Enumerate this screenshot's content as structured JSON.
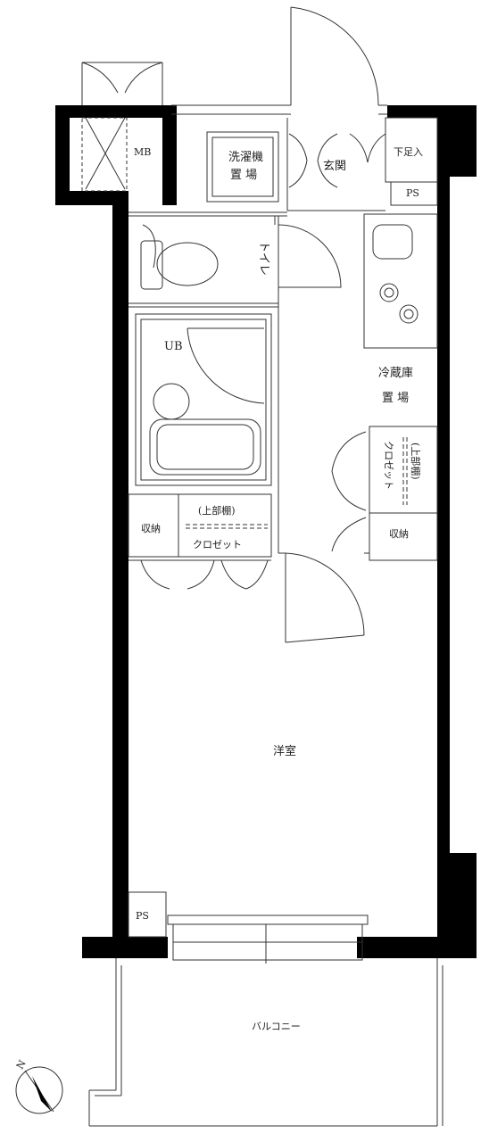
{
  "rooms": {
    "mb": "MB",
    "washer": "洗濯機",
    "washer_place": "置 場",
    "entrance": "玄関",
    "shoe_box": "下足入",
    "ps_top": "PS",
    "toilet": "トイレ",
    "ub": "UB",
    "fridge": "冷蔵庫",
    "fridge_place": "置 場",
    "closet_right": "クロゼット",
    "upper_shelf_right": "(上部棚)",
    "storage_right": "収納",
    "storage_left": "収納",
    "upper_shelf_left": "(上部棚)",
    "closet_left": "クロゼット",
    "western_room": "洋室",
    "ps_bottom": "PS",
    "balcony": "バルコニー"
  },
  "compass": {
    "north": "N"
  }
}
